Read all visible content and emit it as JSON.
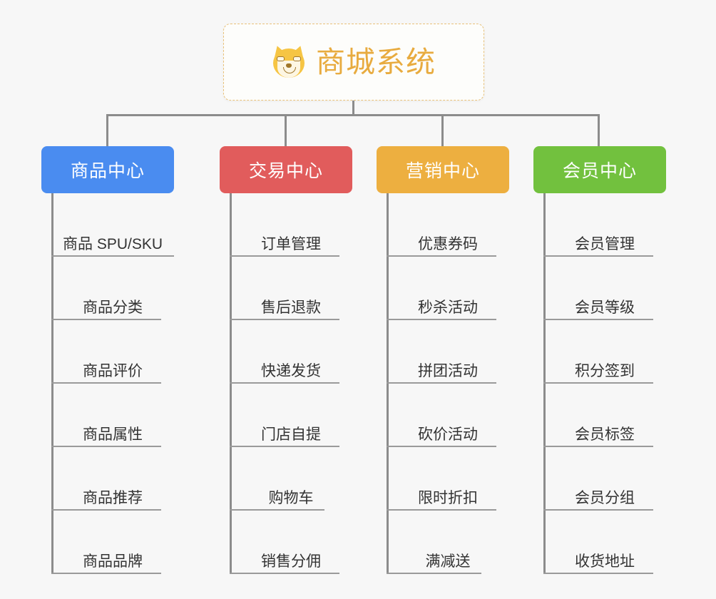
{
  "diagram": {
    "background_color": "#f7f7f7",
    "connector_color": "#8c8c8c",
    "root": {
      "title": "商城系统",
      "icon": "shiba-dog-face-icon",
      "text_color": "#e8ab3f",
      "border_color": "#e9c27a",
      "background_color": "#fdfdfb"
    },
    "columns": [
      {
        "title": "商品中心",
        "color": "#4a8cf0",
        "items": [
          "商品 SPU/SKU",
          "商品分类",
          "商品评价",
          "商品属性",
          "商品推荐",
          "商品品牌"
        ]
      },
      {
        "title": "交易中心",
        "color": "#e15c5c",
        "items": [
          "订单管理",
          "售后退款",
          "快递发货",
          "门店自提",
          "购物车",
          "销售分佣"
        ]
      },
      {
        "title": "营销中心",
        "color": "#edaf40",
        "items": [
          "优惠券码",
          "秒杀活动",
          "拼团活动",
          "砍价活动",
          "限时折扣",
          "满减送"
        ]
      },
      {
        "title": "会员中心",
        "color": "#72c13e",
        "items": [
          "会员管理",
          "会员等级",
          "积分签到",
          "会员标签",
          "会员分组",
          "收货地址"
        ]
      }
    ]
  }
}
